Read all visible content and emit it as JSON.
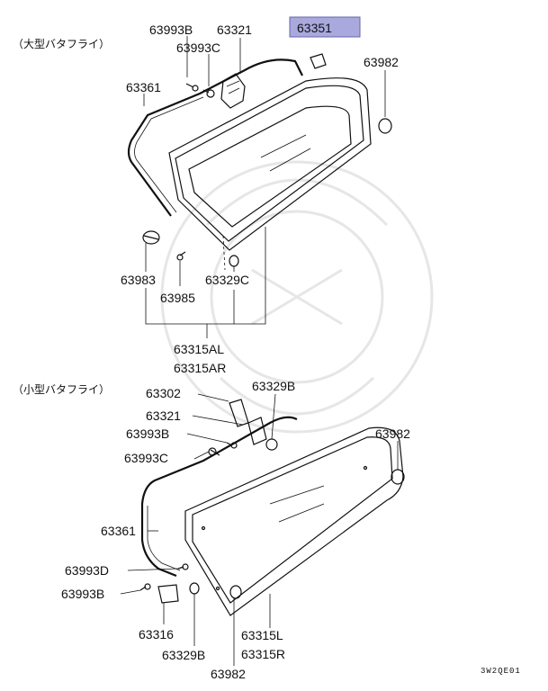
{
  "sections": {
    "large": "（大型バタフライ）",
    "small": "（小型バタフライ）"
  },
  "highlight_color": "#a9a9de",
  "labels": {
    "l_63993B_top": "63993B",
    "l_63321_top": "63321",
    "l_63351": "63351",
    "l_63993C_top": "63993C",
    "l_63982_top": "63982",
    "l_63361_top": "63361",
    "l_63983": "63983",
    "l_63985": "63985",
    "l_63329C": "63329C",
    "l_63315AL": "63315AL",
    "l_63315AR": "63315AR",
    "l_63302": "63302",
    "l_63329B_mid": "63329B",
    "l_63321_mid": "63321",
    "l_63993B_mid": "63993B",
    "l_63982_mid": "63982",
    "l_63993C_mid": "63993C",
    "l_63361_bot": "63361",
    "l_63993D": "63993D",
    "l_63993B_bot": "63993B",
    "l_63316": "63316",
    "l_63315L": "63315L",
    "l_63315R": "63315R",
    "l_63329B_bot": "63329B",
    "l_63982_bot": "63982"
  },
  "diagram_code": "3W2QE01"
}
